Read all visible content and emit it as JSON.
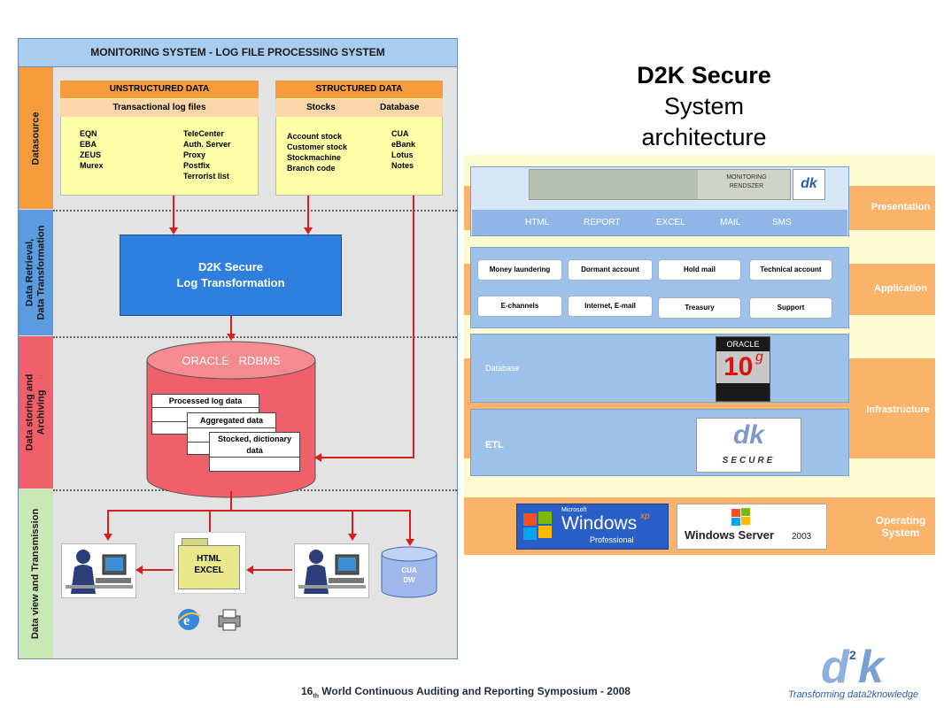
{
  "left": {
    "header": "MONITORING SYSTEM - LOG FILE PROCESSING SYSTEM",
    "bands": [
      "Datasource",
      "Data Retrieval,\nData Transformation",
      "Data storing and\nArchiving",
      "Data view and Transmission"
    ],
    "unstructured": {
      "title": "UNSTRUCTURED DATA",
      "subtitle": "Transactional log files",
      "col1": "EQN\nEBA\nZEUS\nMurex",
      "col2": "TeleCenter\nAuth. Server\nProxy\nPostfix\nTerrorist list"
    },
    "structured": {
      "title": "STRUCTURED DATA",
      "sub1": "Stocks",
      "sub2": "Database",
      "col1": "Account stock\nCustomer stock\nStockmachine\nBranch code",
      "col2": "CUA\neBank\nLotus\nNotes"
    },
    "transform": "D2K Secure\nLog Transformation",
    "oracle": {
      "title": "ORACLE   RDBMS",
      "t1": "Processed log data",
      "t2": "Aggregated data",
      "t3": "Stocked, dictionary\ndata"
    },
    "html_excel": "HTML\nEXCEL",
    "cua_dw": "CUA\nDW"
  },
  "right": {
    "title_bold": "D2K Secure",
    "title_rest": "System\narchitecture",
    "layers": [
      "Presentation",
      "Application",
      "Infrastructure",
      "Operating\nSystem"
    ],
    "monitor_label": "MONITORING\nRENDSZER",
    "nav": [
      "HTML",
      "REPORT",
      "EXCEL",
      "MAIL",
      "SMS"
    ],
    "apps": [
      "Money laundering",
      "Dormant account",
      "Hold mail",
      "Technical account",
      "E-channels",
      "Internet, E-mail",
      "Treasury",
      "Support"
    ],
    "database_label": "Database",
    "etl_label": "ETL",
    "oracle_brand": "ORACLE",
    "oracle_version": "10",
    "oracle_g": "g",
    "secure_label": "SECURE",
    "winxp_small": "Microsoft",
    "winxp": "Windows",
    "winxp_sup": "xp",
    "winxp_edition": "Professional",
    "winsrv": "Windows Server",
    "winsrv_year": "2003"
  },
  "footer": {
    "pre": "16",
    "sup": "th",
    "post": " World Continuous Auditing and Reporting Symposium - 2008"
  },
  "logo": {
    "tagline": "Transforming data2knowledge"
  }
}
